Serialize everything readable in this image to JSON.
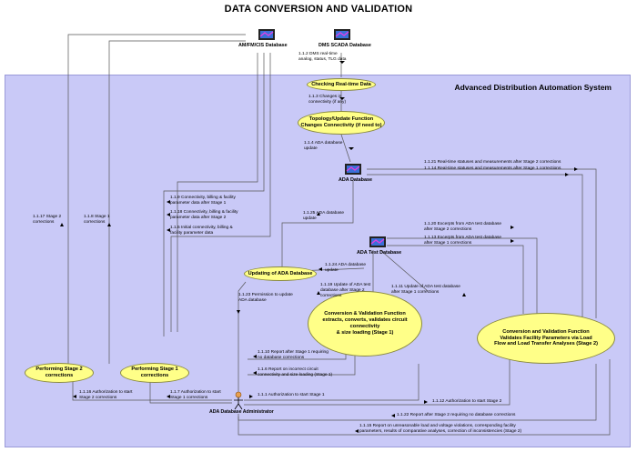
{
  "title": "DATA CONVERSION AND VALIDATION",
  "system_label": "Advanced Distribution Automation System",
  "databases": {
    "am_fm": "AM/FM/CIS Database",
    "dms_scada": "DMS SCADA Database",
    "ada": "ADA Database",
    "ada_test": "ADA Test Database"
  },
  "processes": {
    "checking": "Checking Real-time Data",
    "topology": [
      "Topology/Update Function",
      "Changes Connectivity (if need to)"
    ],
    "updating": "Updating of ADA Database",
    "conversion1": [
      "Conversion & Validation Function",
      "extracts, converts, validates circuit connectivity",
      "& size loading (Stage 1)"
    ],
    "conversion2": [
      "Conversion and Validation Function",
      "Validates Facility Parameters via Load",
      "Flow and Load Transfer Analyses (Stage 2)"
    ],
    "stage2": [
      "Performing Stage 2",
      "corrections"
    ],
    "stage1": [
      "Performing Stage 1",
      "corrections"
    ]
  },
  "actor": "ADA Database Administrator",
  "flows": {
    "f112": [
      "1.1.2 DMS real-time",
      "analog, status, TLG data"
    ],
    "f113": [
      "1.1.3 Changes in",
      "connectivity (if any)"
    ],
    "f114": [
      "1.1.4 ADA database",
      "update"
    ],
    "f1121": "1.1.21 Real-time statuses and measurements after Stage 2 corrections",
    "f1114": "1.1.14 Real-time statuses and measurements after Stage 1 corrections",
    "f119": [
      "1.1.9 Connectivity, billing & facility",
      "parameter data after Stage 1"
    ],
    "f1118": [
      "1.1.18 Connectivity, billing & facility",
      "parameter data after Stage 2"
    ],
    "f115": [
      "1.1.5 Initial connectivity, billing &",
      "facility parameter data"
    ],
    "f1117": [
      "1.1.17 Stage 2",
      "corrections"
    ],
    "f118": [
      "1.1.8 Stage 1",
      "corrections"
    ],
    "f1125": [
      "1.1.25 ADA database",
      "update"
    ],
    "f1120": [
      "1.1.20 Excerpts from ADA test database",
      "after Stage 2 corrections"
    ],
    "f1113": [
      "1.1.13 Excerpts from ADA test database",
      "after Stage 1 corrections"
    ],
    "f1124": [
      "1.1.24 ADA database",
      "update"
    ],
    "f1119": [
      "1.1.19 Update of ADA test",
      "database after Stage 2",
      "corrections"
    ],
    "f1111": [
      "1.1.11 Update of ADA test database",
      "after Stage 1 corrections"
    ],
    "f1123": [
      "1.1.23 Permission to update",
      "ADA database"
    ],
    "f1110": [
      "1.1.10 Report after Stage 1 requiring",
      "no database corrections"
    ],
    "f116": [
      "1.1.6 Report on incorrect circuit",
      "connectivity and size loading (Stage 1)"
    ],
    "f1116": [
      "1.1.16 Authorization to start",
      "Stage 2 corrections"
    ],
    "f117": [
      "1.1.7 Authorization to start",
      "Stage 1 corrections"
    ],
    "f111": "1.1.1 Authorization to start Stage 1",
    "f1112": "1.1.12 Authorization to start Stage 2",
    "f1122": "1.1.22 Report after Stage 2 requiring no database corrections",
    "f1115": [
      "1.1.15 Report on unreasonable load and voltage violations, corresponding facility",
      "parameters, results of comparative analyses, correction of inconsistencies (Stage 2)"
    ]
  }
}
